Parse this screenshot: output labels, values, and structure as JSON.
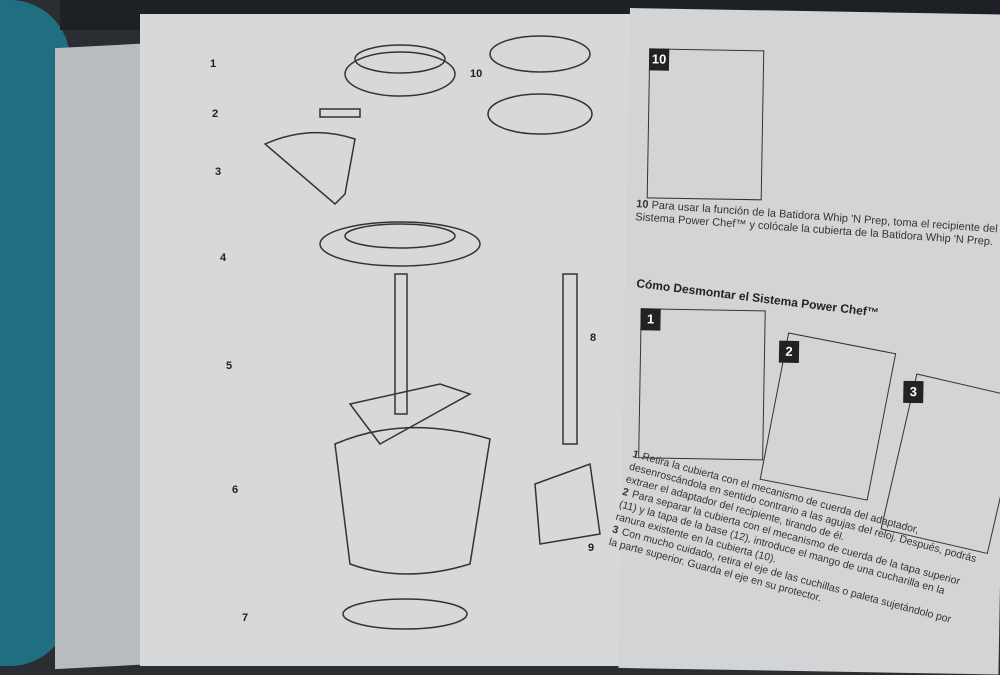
{
  "diagram_labels": [
    "1",
    "2",
    "3",
    "4",
    "5",
    "6",
    "7",
    "8",
    "9",
    "10"
  ],
  "right_page": {
    "step10_number": "10",
    "step10_text": "Para usar la función de la Batidora Whip 'N Prep, toma el recipiente del Sistema Power Chef™ y colócale la cubierta de la Batidora Whip 'N Prep.",
    "heading": "Cómo Desmontar el Sistema Power Chef™",
    "figure_badges": [
      "10",
      "1",
      "2",
      "3"
    ],
    "steps": [
      {
        "num": "1",
        "text": "Retira la cubierta con el mecanismo de cuerda del adaptador, desenroscándola en sentido contrario a las agujas del reloj. Después, podrás extraer el adaptador del recipiente, tirando de él."
      },
      {
        "num": "2",
        "text": "Para separar la cubierta con el mecanismo de cuerda de la tapa superior (11) y la tapa de la base (12), introduce el mango de una cucharilla en la ranura existente en la cubierta (10)."
      },
      {
        "num": "3",
        "text": "Con mucho cuidado, retira el eje de las cuchillas o paleta sujetándolo por la parte superior. Guarda el eje en su protector."
      }
    ]
  }
}
